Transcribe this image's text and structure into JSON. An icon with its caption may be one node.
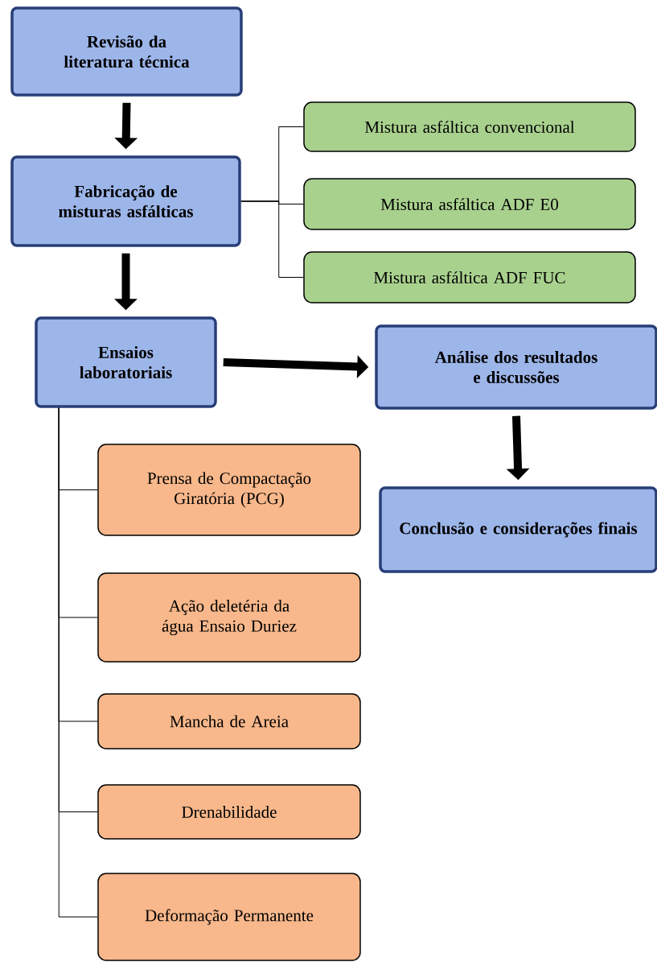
{
  "diagram": {
    "nodes": [
      {
        "text": [
          "Revisão da literatura técnica"
        ]
      },
      {
        "text": [
          "Fabricação de misturas asfálticas"
        ]
      },
      {
        "text": [
          "Mistura asfáltica convencional"
        ]
      },
      {
        "text": [
          "Mistura asfáltica ADF E0"
        ]
      },
      {
        "text": [
          "Mistura asfáltica ADF FUC"
        ]
      },
      {
        "text": [
          "Ensaios laboratoriais"
        ]
      },
      {
        "text": [
          "Análise dos resultados e discussões"
        ]
      },
      {
        "text": [
          "Conclusão e considerações finais"
        ]
      },
      {
        "text": [
          "Prensa de Compactação Giratória (PCG)"
        ]
      },
      {
        "text": [
          "Ação deletéria da água Ensaio Duriez"
        ]
      },
      {
        "text": [
          "Mancha de Areia"
        ]
      },
      {
        "text": [
          "Drenabilidade"
        ]
      },
      {
        "text": [
          "Deformação Permanente"
        ]
      }
    ],
    "edges": [
      {
        "from": 0,
        "to": 1,
        "arrow": "to",
        "style": "thick"
      },
      {
        "from": 1,
        "to": 2,
        "arrow": "none"
      },
      {
        "from": 1,
        "to": 3,
        "arrow": "none"
      },
      {
        "from": 1,
        "to": 4,
        "arrow": "none"
      },
      {
        "from": 1,
        "to": 5,
        "arrow": "to",
        "style": "thick"
      },
      {
        "from": 5,
        "to": 6,
        "arrow": "to",
        "style": "thick"
      },
      {
        "from": 6,
        "to": 7,
        "arrow": "to",
        "style": "thick"
      },
      {
        "from": 5,
        "to": 8,
        "arrow": "none"
      },
      {
        "from": 5,
        "to": 9,
        "arrow": "none"
      },
      {
        "from": 5,
        "to": 10,
        "arrow": "none"
      },
      {
        "from": 5,
        "to": 11,
        "arrow": "none"
      },
      {
        "from": 5,
        "to": 12,
        "arrow": "none"
      }
    ]
  }
}
